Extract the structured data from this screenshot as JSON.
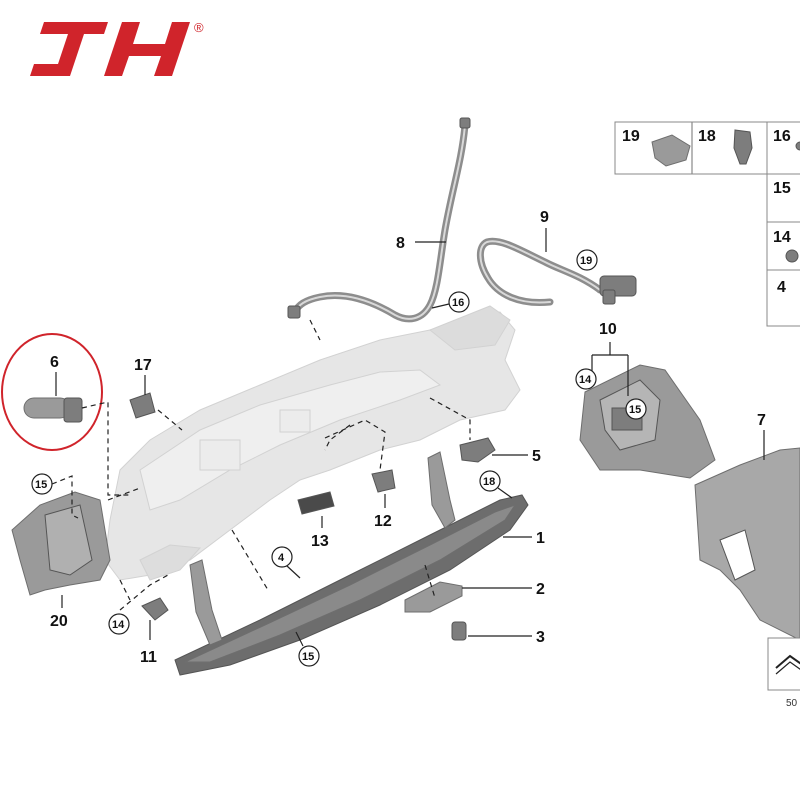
{
  "brand": {
    "logo_text": "JH",
    "registered_mark": "®",
    "color": "#d0242b"
  },
  "callouts": {
    "c1": "1",
    "c2": "2",
    "c3": "3",
    "c4": "4",
    "c5": "5",
    "c6": "6",
    "c7": "7",
    "c8": "8",
    "c9": "9",
    "c10": "10",
    "c11": "11",
    "c12": "12",
    "c13": "13",
    "c17": "17",
    "c20": "20"
  },
  "circled_callouts": {
    "c4": "4",
    "c14a": "14",
    "c14b": "14",
    "c15a": "15",
    "c15b": "15",
    "c15c": "15",
    "c16": "16",
    "c18": "18",
    "c19": "19"
  },
  "legend": {
    "r19": "19",
    "r18": "18",
    "r16": "16",
    "r15": "15",
    "r14": "14",
    "r4": "4"
  },
  "corner_code": "50",
  "highlight_color": "#d0242b"
}
